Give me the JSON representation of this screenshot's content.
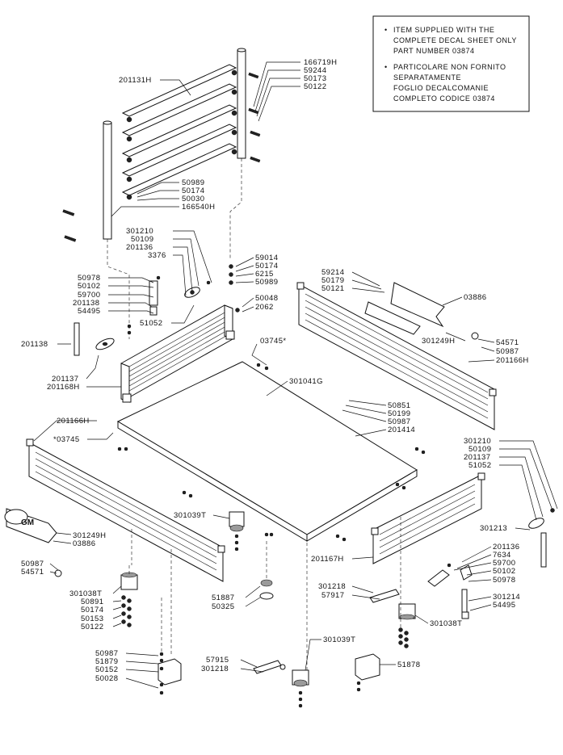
{
  "note": {
    "lines_en": [
      "ITEM SUPPLIED WITH THE",
      "COMPLETE DECAL SHEET ONLY",
      "PART NUMBER 03874"
    ],
    "lines_it": [
      "PARTICOLARE NON FORNITO",
      "SEPARATAMENTE",
      "FOGLIO DECALCOMANIE",
      "COMPLETO CODICE 03874"
    ]
  },
  "labels": {
    "p166719H": "166719H",
    "p59244": "59244",
    "p50173": "50173",
    "p50122a": "50122",
    "p201131H": "201131H",
    "p50989a": "50989",
    "p50174a": "50174",
    "p50030": "50030",
    "p166540H": "166540H",
    "p301210a": "301210",
    "p50109a": "50109",
    "p201136a": "201136",
    "p3376": "3376",
    "p50978a": "50978",
    "p50102a": "50102",
    "p59700a": "59700",
    "p201138a": "201138",
    "p54495a": "54495",
    "p51052a": "51052",
    "p201138b": "201138",
    "p201137a": "201137",
    "p201168H": "201168H",
    "p59014": "59014",
    "p50174b": "50174",
    "p6215": "6215",
    "p50989b": "50989",
    "p50048": "50048",
    "p2062": "2062",
    "p59214": "59214",
    "p50179": "50179",
    "p50121": "50121",
    "p03886a": "03886",
    "p03745a": "03745*",
    "p301041G": "301041G",
    "p54571a": "54571",
    "p301249Ha": "301249H",
    "p50987a": "50987",
    "p201166Ha": "201166H",
    "p50851": "50851",
    "p50199": "50199",
    "p50987b": "50987",
    "p201414": "201414",
    "p201166Hb": "201166H",
    "p03745b": "*03745",
    "p301210b": "301210",
    "p50109b": "50109",
    "p201137b": "201137",
    "p51052b": "51052",
    "p301249Hb": "301249H",
    "p03886b": "03886",
    "p301213": "301213",
    "p301039Ta": "301039T",
    "p201167H": "201167H",
    "p50987c": "50987",
    "p54571b": "54571",
    "p201136b": "201136",
    "p7634": "7634",
    "p59700b": "59700",
    "p50102b": "50102",
    "p50978b": "50978",
    "p301214": "301214",
    "p54495b": "54495",
    "p301038Ta": "301038T",
    "p50891": "50891",
    "p50174c": "50174",
    "p50153": "50153",
    "p50122b": "50122",
    "p51887": "51887",
    "p50325": "50325",
    "p301218a": "301218",
    "p57917": "57917",
    "p301038Tb": "301038T",
    "p50987d": "50987",
    "p51879": "51879",
    "p50152": "50152",
    "p50028": "50028",
    "p57915": "57915",
    "p301218b": "301218",
    "p301039Tb": "301039T",
    "p51878": "51878"
  }
}
